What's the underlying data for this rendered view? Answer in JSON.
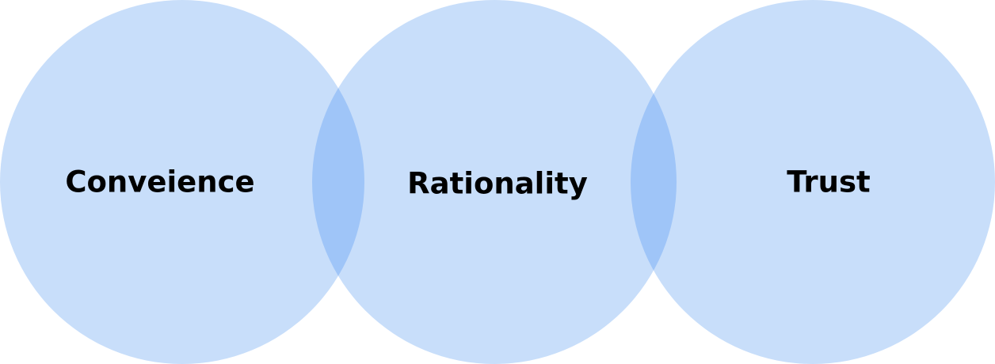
{
  "diagram": {
    "circles": [
      {
        "label": "Conveience"
      },
      {
        "label": "Rationality"
      },
      {
        "label": "Trust"
      }
    ],
    "colors": {
      "fill": "#c8defa",
      "overlap": "#9fc5f8",
      "text": "#000000",
      "background": "#ffffff"
    }
  }
}
